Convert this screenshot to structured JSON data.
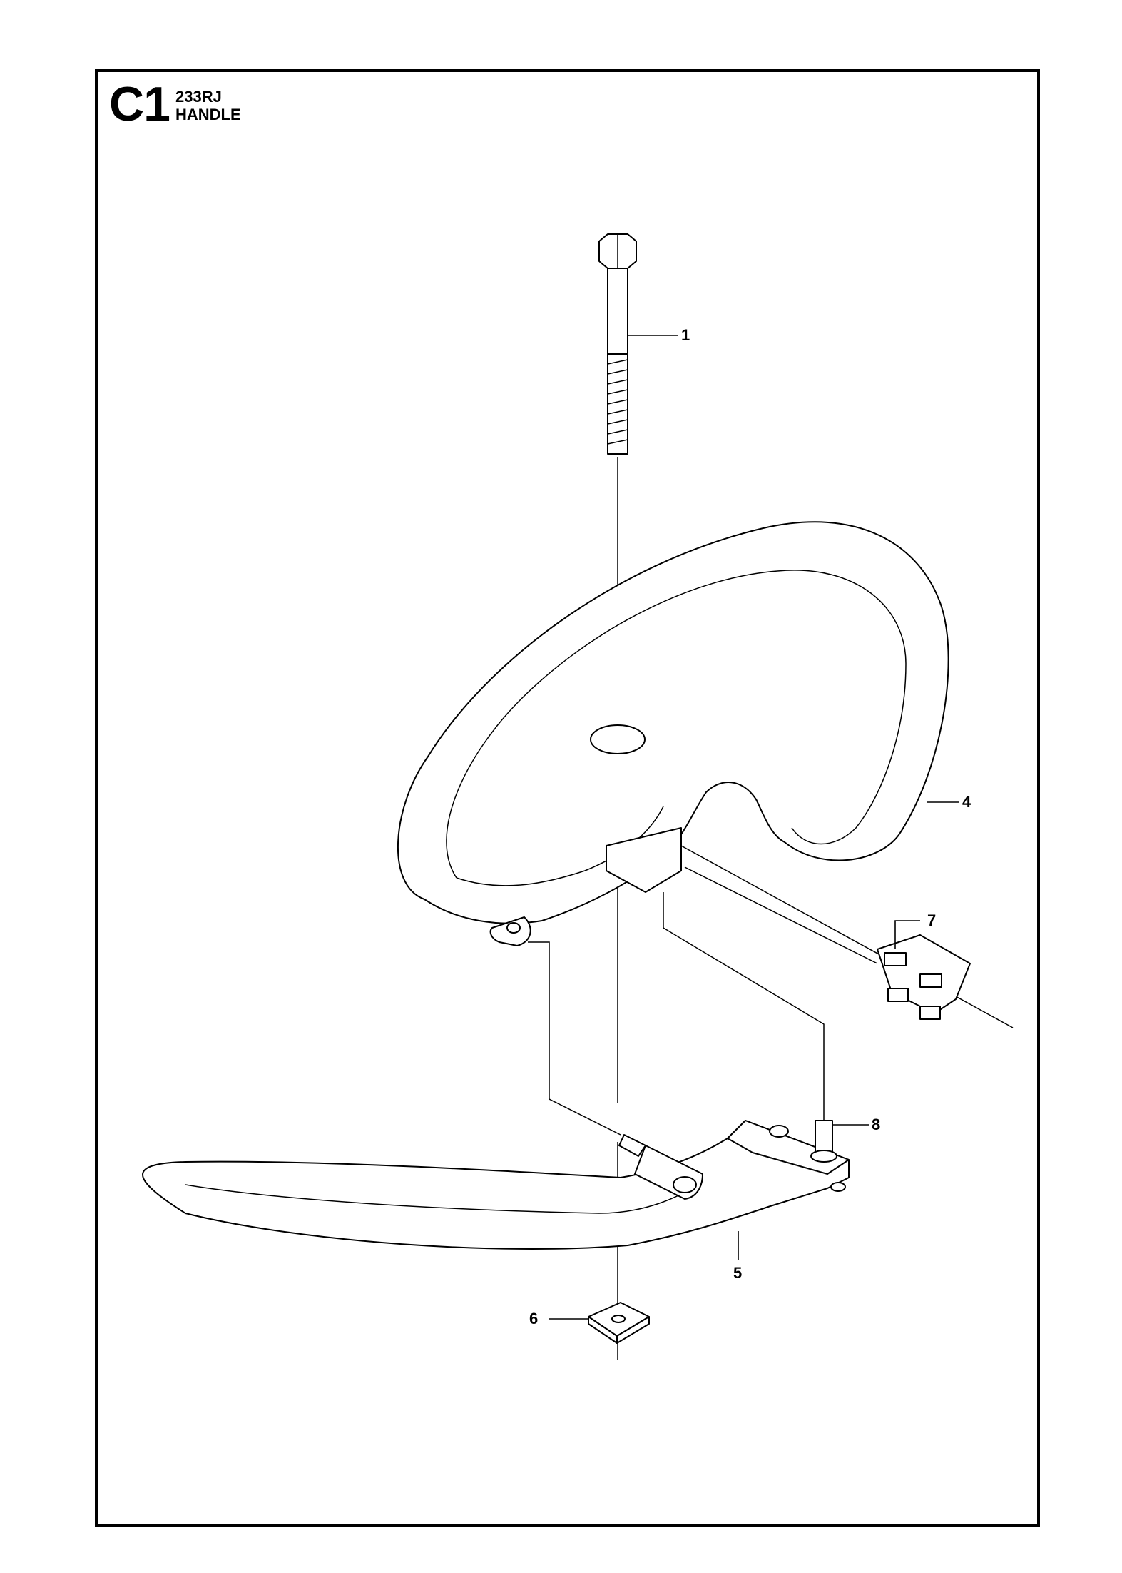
{
  "header": {
    "section_code": "C1",
    "model": "233RJ",
    "title": "HANDLE"
  },
  "callouts": [
    {
      "id": "c1",
      "label": "1"
    },
    {
      "id": "c4",
      "label": "4"
    },
    {
      "id": "c5",
      "label": "5"
    },
    {
      "id": "c6",
      "label": "6"
    },
    {
      "id": "c7",
      "label": "7"
    },
    {
      "id": "c8",
      "label": "8"
    }
  ]
}
